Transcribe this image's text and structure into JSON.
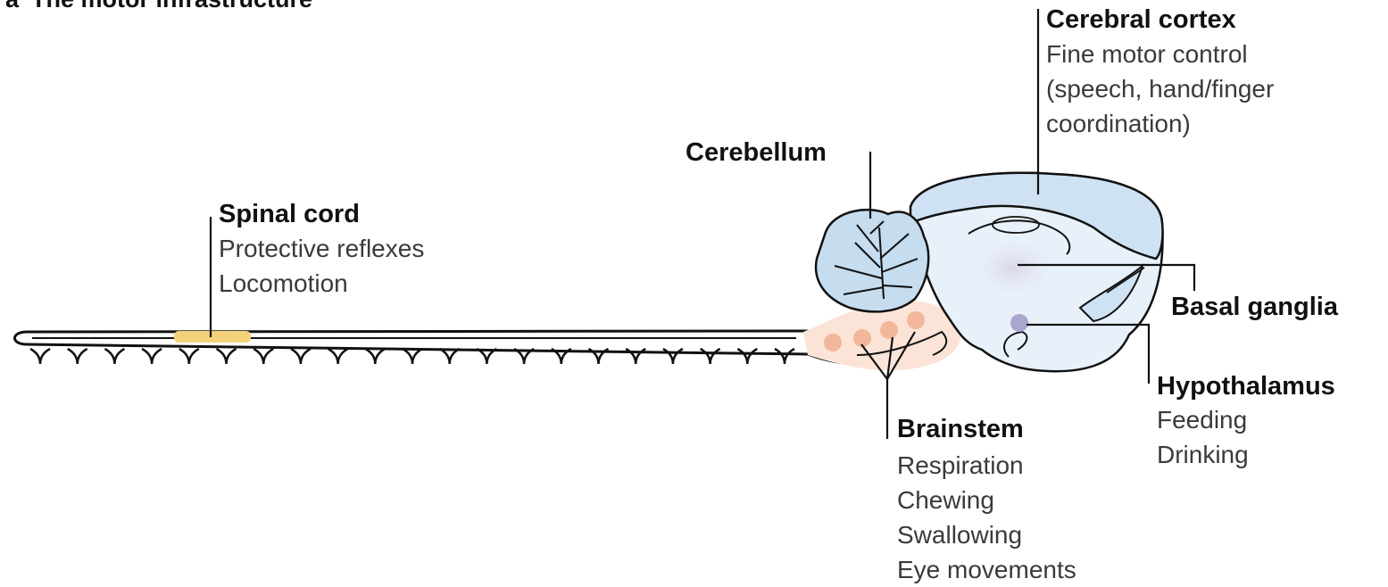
{
  "panel": {
    "letter": "a",
    "title": "The motor infrastructure"
  },
  "regions": {
    "cerebral_cortex": {
      "name": "Cerebral cortex",
      "functions": [
        "Fine motor control",
        "(speech, hand/finger",
        "coordination)"
      ]
    },
    "cerebellum": {
      "name": "Cerebellum"
    },
    "spinal_cord": {
      "name": "Spinal cord",
      "functions": [
        "Protective reflexes",
        "Locomotion"
      ]
    },
    "basal_ganglia": {
      "name": "Basal ganglia"
    },
    "hypothalamus": {
      "name": "Hypothalamus",
      "functions": [
        "Feeding",
        "Drinking"
      ]
    },
    "brainstem": {
      "name": "Brainstem",
      "functions": [
        "Respiration",
        "Chewing",
        "Swallowing",
        "Eye movements"
      ]
    }
  },
  "colors": {
    "cortex_fill": "#cfe2f3",
    "brain_fill": "#e8f1fa",
    "cerebellum_fill": "#c6dcef",
    "brainstem_fill": "#fbe3d7",
    "nucleus_fill": "#f2b79b",
    "spinal_highlight": "#f4d27a",
    "hypothalamus_fill": "#a9a7cf",
    "outline": "#111111"
  }
}
